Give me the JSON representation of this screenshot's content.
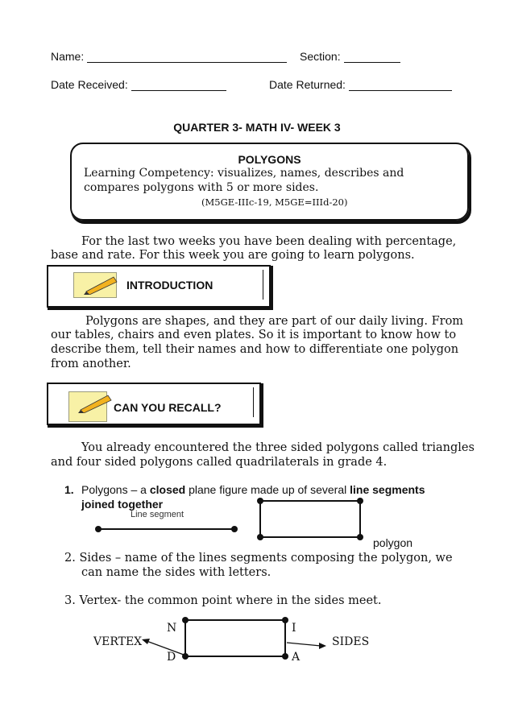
{
  "header": {
    "name_label": "Name:",
    "section_label": "Section:",
    "date_received_label": "Date Received:",
    "date_returned_label": "Date Returned:"
  },
  "doc_title": "QUARTER 3- MATH IV- WEEK 3",
  "competency": {
    "title": "POLYGONS",
    "line1": "Learning Competency: visualizes, names, describes and",
    "line2": "compares polygons with 5 or more sides.",
    "code": "(M5GE-IIIc-19, M5GE=IIId-20)"
  },
  "intro_paragraph": {
    "line1": "For the last two weeks you have been dealing with percentage,",
    "line2": "base and rate. For this week you are going to learn polygons."
  },
  "introduction": {
    "label": "INTRODUCTION",
    "line1": "Polygons are shapes, and they are part of our daily living. From",
    "line2": "our tables, chairs and even plates. So it is important to know how to",
    "line3": "describe them, tell their names and how to differentiate one polygon",
    "line4": "from another."
  },
  "recall": {
    "label": "CAN YOU RECALL?",
    "line1": "You already encountered the three sided polygons called triangles",
    "line2": "and four sided polygons called quadrilaterals in grade 4."
  },
  "list": {
    "item1_num": "1.",
    "item1_a": "Polygons – a ",
    "item1_b": "closed",
    "item1_c": " plane figure made up of several ",
    "item1_d": "line segments",
    "item1_e": "joined together",
    "segment_caption": "Line segment",
    "polygon_caption": "polygon",
    "item2_line1": "2. Sides – name of the lines segments composing the polygon, we",
    "item2_line2": "can name the sides with letters.",
    "item3": "3. Vertex- the common point where in the sides meet."
  },
  "diagram": {
    "vertex_N": "N",
    "vertex_I": "I",
    "vertex_D": "D",
    "vertex_A": "A",
    "vertex_label": "VERTEX",
    "sides_label": "SIDES"
  }
}
